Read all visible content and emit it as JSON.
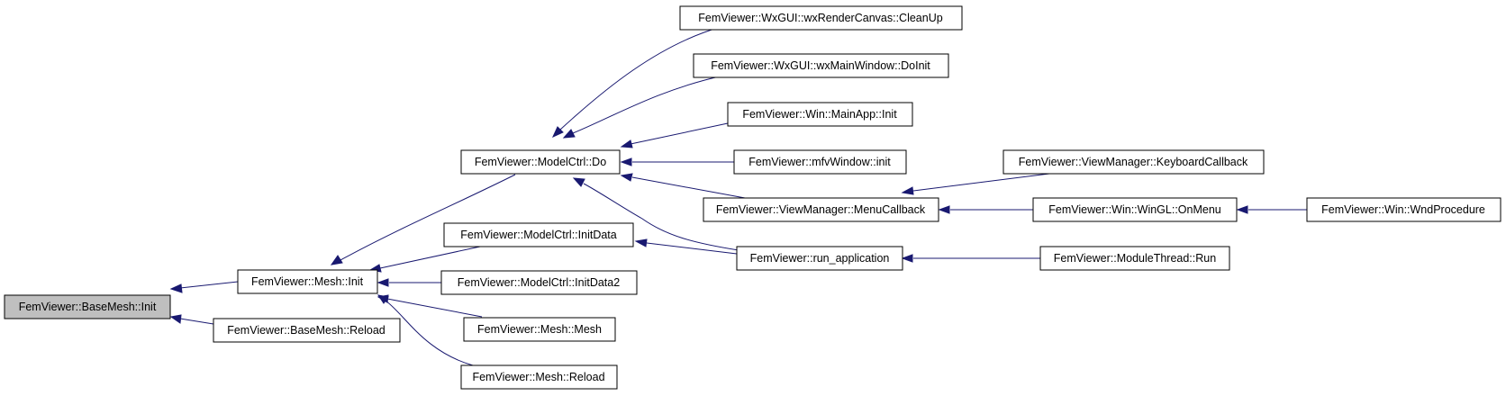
{
  "graph": {
    "nodes": {
      "basemesh_init": "FemViewer::BaseMesh::Init",
      "mesh_init": "FemViewer::Mesh::Init",
      "basemesh_reload": "FemViewer::BaseMesh::Reload",
      "modelctrl_do": "FemViewer::ModelCtrl::Do",
      "modelctrl_initdata": "FemViewer::ModelCtrl::InitData",
      "modelctrl_initdata2": "FemViewer::ModelCtrl::InitData2",
      "mesh_mesh": "FemViewer::Mesh::Mesh",
      "mesh_reload": "FemViewer::Mesh::Reload",
      "wxrendercanvas_cleanup": "FemViewer::WxGUI::wxRenderCanvas::CleanUp",
      "wxmainwindow_doinit": "FemViewer::WxGUI::wxMainWindow::DoInit",
      "mainapp_init": "FemViewer::Win::MainApp::Init",
      "mfvwindow_init": "FemViewer::mfvWindow::init",
      "viewmanager_menucallback": "FemViewer::ViewManager::MenuCallback",
      "run_application": "FemViewer::run_application",
      "viewmanager_keyboardcallback": "FemViewer::ViewManager::KeyboardCallback",
      "wingl_onmenu": "FemViewer::Win::WinGL::OnMenu",
      "modulethread_run": "FemViewer::ModuleThread::Run",
      "win_wndprocedure": "FemViewer::Win::WndProcedure"
    },
    "colors": {
      "edge": "#191970",
      "root_fill": "#bfbfbf",
      "node_fill": "#ffffff",
      "node_border": "#000000"
    }
  }
}
